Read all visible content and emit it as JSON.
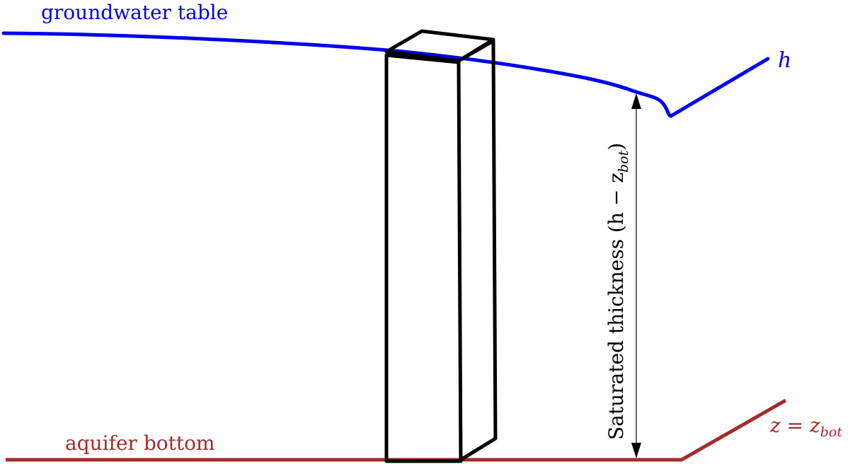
{
  "labels": {
    "groundwater_table": "groundwater table",
    "h": "h",
    "aquifer_bottom": "aquifer bottom",
    "z_equals": "z = z",
    "z_bot_sub": "bot",
    "saturated_thickness_text": "Saturated thickness (h − z",
    "saturated_thickness_sub": "bot",
    "saturated_thickness_close": ")"
  },
  "colors": {
    "groundwater": "#0000ee",
    "aquifer_bottom": "#a52a2a",
    "column": "#000000",
    "arrow": "#000000"
  }
}
